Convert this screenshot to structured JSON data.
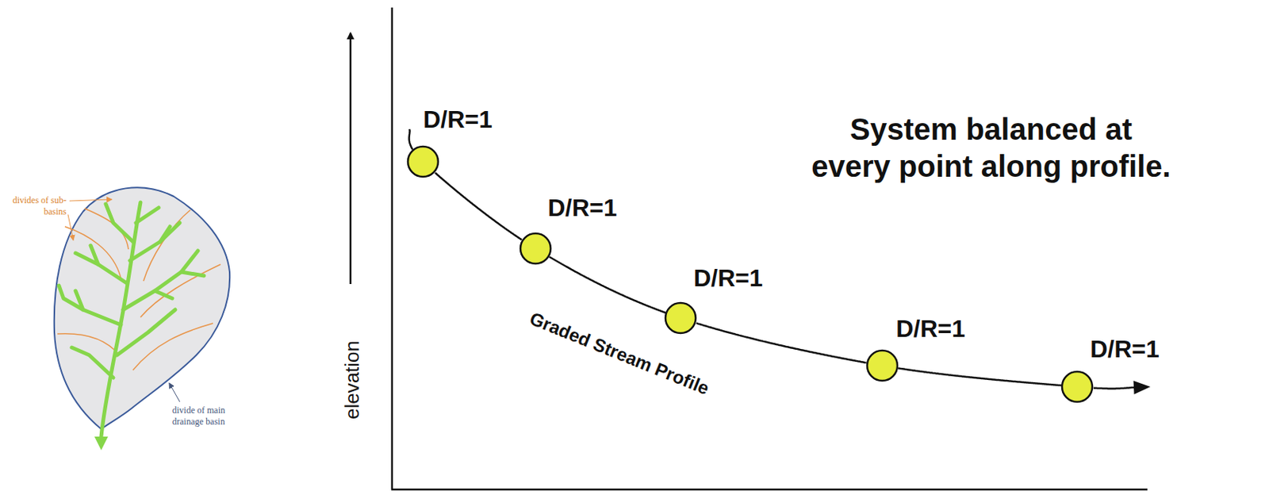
{
  "diagram": {
    "title": "System balanced at every point along profile.",
    "nodes": [
      {
        "text": [
          "D/R=1"
        ]
      },
      {
        "text": [
          "D/R=1"
        ]
      },
      {
        "text": [
          "D/R=1"
        ]
      },
      {
        "text": [
          "D/R=1"
        ]
      },
      {
        "text": [
          "D/R=1"
        ]
      }
    ],
    "edges": [
      {
        "from": 0,
        "to": 1,
        "arrow": "none"
      },
      {
        "from": 1,
        "to": 2,
        "arrow": "none"
      },
      {
        "from": 2,
        "to": 3,
        "arrow": "none"
      },
      {
        "from": 3,
        "to": 4,
        "arrow": "none"
      }
    ],
    "labels": [
      "elevation",
      "Graded Stream Profile",
      "divides of sub-basins",
      "divide of main drainage basin"
    ]
  }
}
